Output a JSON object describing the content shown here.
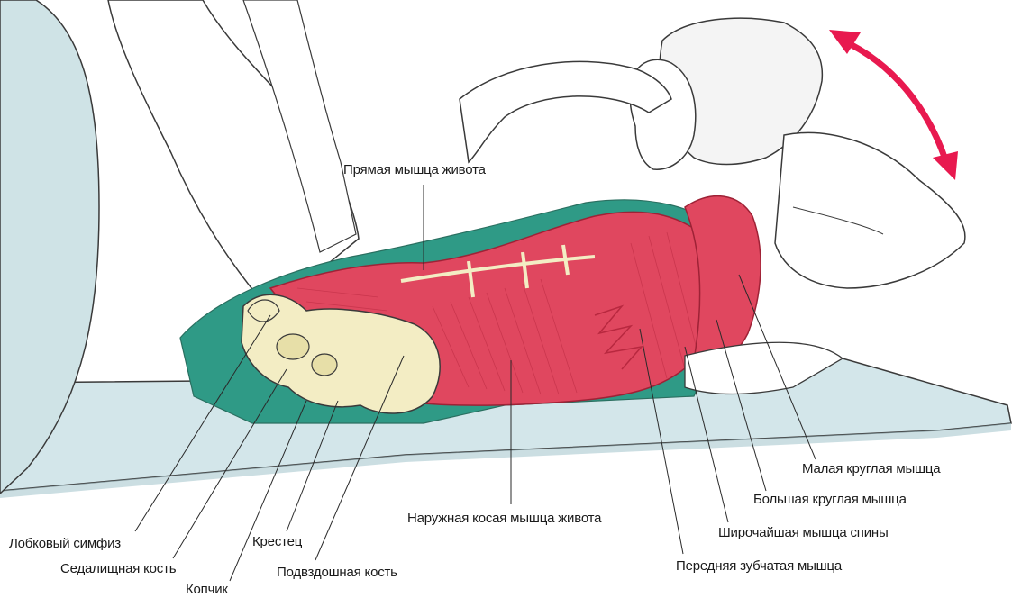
{
  "labels": {
    "rectus_abdominis": "Прямая мышца живота",
    "teres_minor": "Малая круглая мышца",
    "teres_major": "Большая круглая мышца",
    "latissimus_dorsi": "Широчайшая мышца спины",
    "serratus_anterior": "Передняя зубчатая мышца",
    "external_oblique": "Наружная косая мышца живота",
    "pubic_symphysis": "Лобковый симфиз",
    "ischium": "Седалищная кость",
    "coccyx": "Копчик",
    "sacrum": "Крестец",
    "ilium": "Подвздошная кость"
  },
  "colors": {
    "muscle": "#e0475f",
    "muscle_dark": "#b8283f",
    "bone": "#f3edc4",
    "mat": "#d3e6ea",
    "shirt_teal": "#2f9a86",
    "ball": "#cfe3e6",
    "arrow": "#e8194f",
    "outline": "#3a3a3a"
  },
  "icons": {
    "motion_arrow": "double-headed-curved-arrow-icon"
  }
}
